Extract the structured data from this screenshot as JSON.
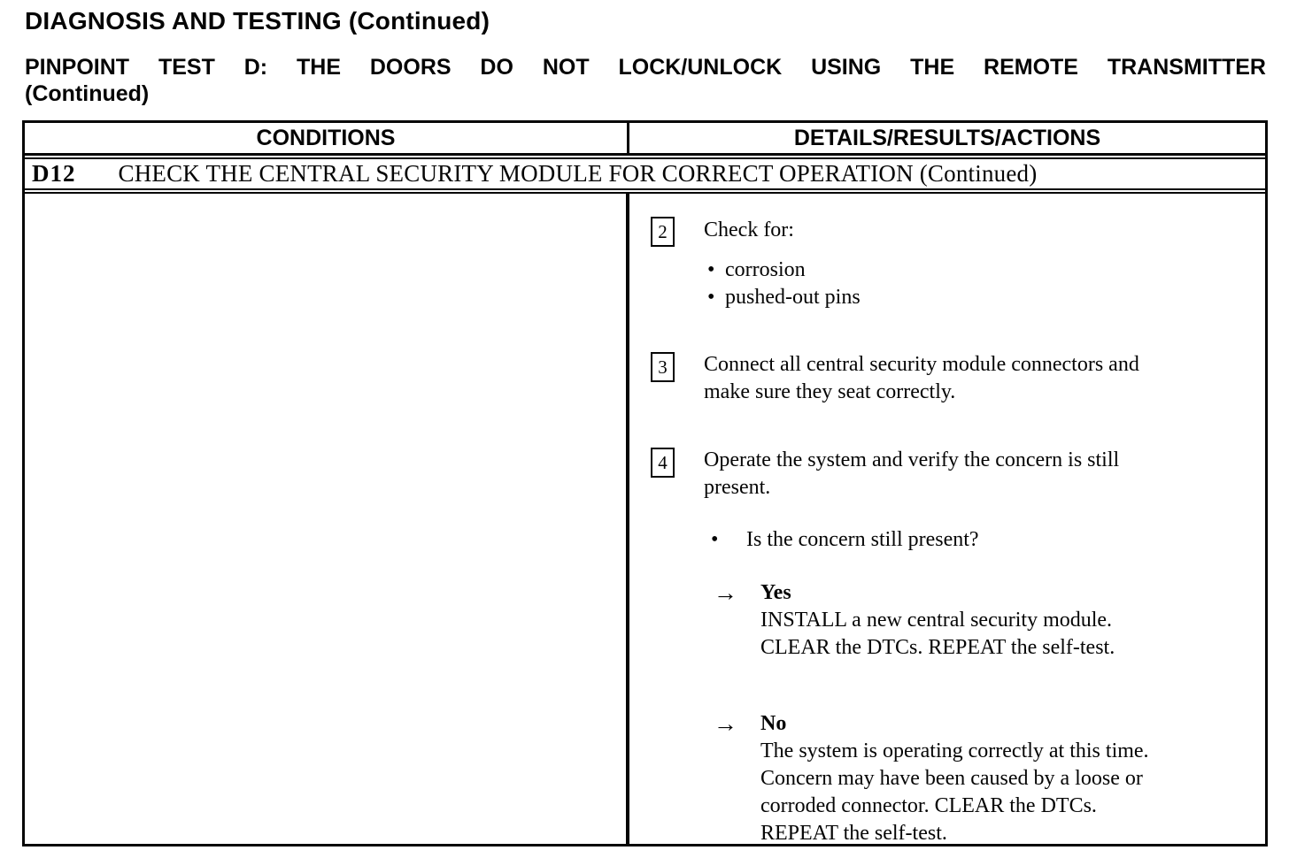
{
  "page": {
    "section_title": "DIAGNOSIS AND TESTING (Continued)",
    "test_title_line1": "PINPOINT TEST D: THE DOORS DO NOT LOCK/UNLOCK USING THE REMOTE TRANSMITTER",
    "test_title_line2": "(Continued)"
  },
  "table": {
    "col_headers": [
      "CONDITIONS",
      "DETAILS/RESULTS/ACTIONS"
    ],
    "step_id": "D12",
    "step_title": "CHECK THE CENTRAL SECURITY MODULE FOR CORRECT OPERATION (Continued)",
    "conditions_cell_text": "",
    "details": {
      "step2": {
        "number": "2",
        "text": "Check for:",
        "bullets": [
          "corrosion",
          "pushed-out pins"
        ]
      },
      "step3": {
        "number": "3",
        "lines": [
          "Connect all central security module connectors and",
          "make sure they seat correctly."
        ]
      },
      "step4": {
        "number": "4",
        "lines": [
          "Operate the system and verify the concern is still",
          "present."
        ]
      },
      "question": "Is the concern still present?",
      "yes_result": {
        "label": "Yes",
        "lines": [
          "INSTALL a new central security module.",
          "CLEAR the DTCs. REPEAT the self-test."
        ]
      },
      "no_result": {
        "label": "No",
        "lines": [
          "The system is operating correctly at this time.",
          "Concern may have been caused by a loose or",
          "corroded connector. CLEAR the DTCs.",
          "REPEAT the self-test."
        ]
      }
    },
    "glyphs": {
      "bullet": "•",
      "arrow": "→"
    }
  }
}
